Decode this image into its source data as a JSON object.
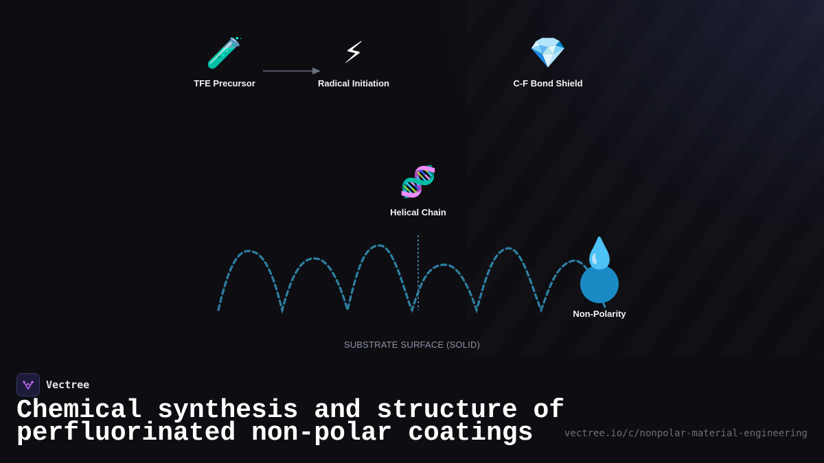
{
  "diagram": {
    "nodes": [
      {
        "id": "tfe",
        "label": "TFE Precursor",
        "icon": "test-tube-icon",
        "glyph": "🧪"
      },
      {
        "id": "radical",
        "label": "Radical Initiation",
        "icon": "lightning-bolt-icon",
        "glyph": "⚡"
      },
      {
        "id": "cf",
        "label": "C-F Bond Shield",
        "icon": "gem-icon",
        "glyph": "💎"
      },
      {
        "id": "helix",
        "label": "Helical Chain",
        "icon": "dna-icon",
        "glyph": "🧬"
      },
      {
        "id": "nonpolar",
        "label": "Non-Polarity",
        "icon": "droplet-icon",
        "glyph": "💧"
      }
    ],
    "substrate_label": "SUBSTRATE SURFACE (SOLID)",
    "colors": {
      "chain": "#2e7fa3",
      "arrow": "#6b7180",
      "droplet": "#1a8ac4"
    }
  },
  "brand": {
    "name": "Vectree",
    "logo_icon": "vectree-logo-icon"
  },
  "title": "Chemical synthesis and structure of perfluorinated non-polar coatings",
  "url": "vectree.io/c/nonpolar-material-engineering"
}
